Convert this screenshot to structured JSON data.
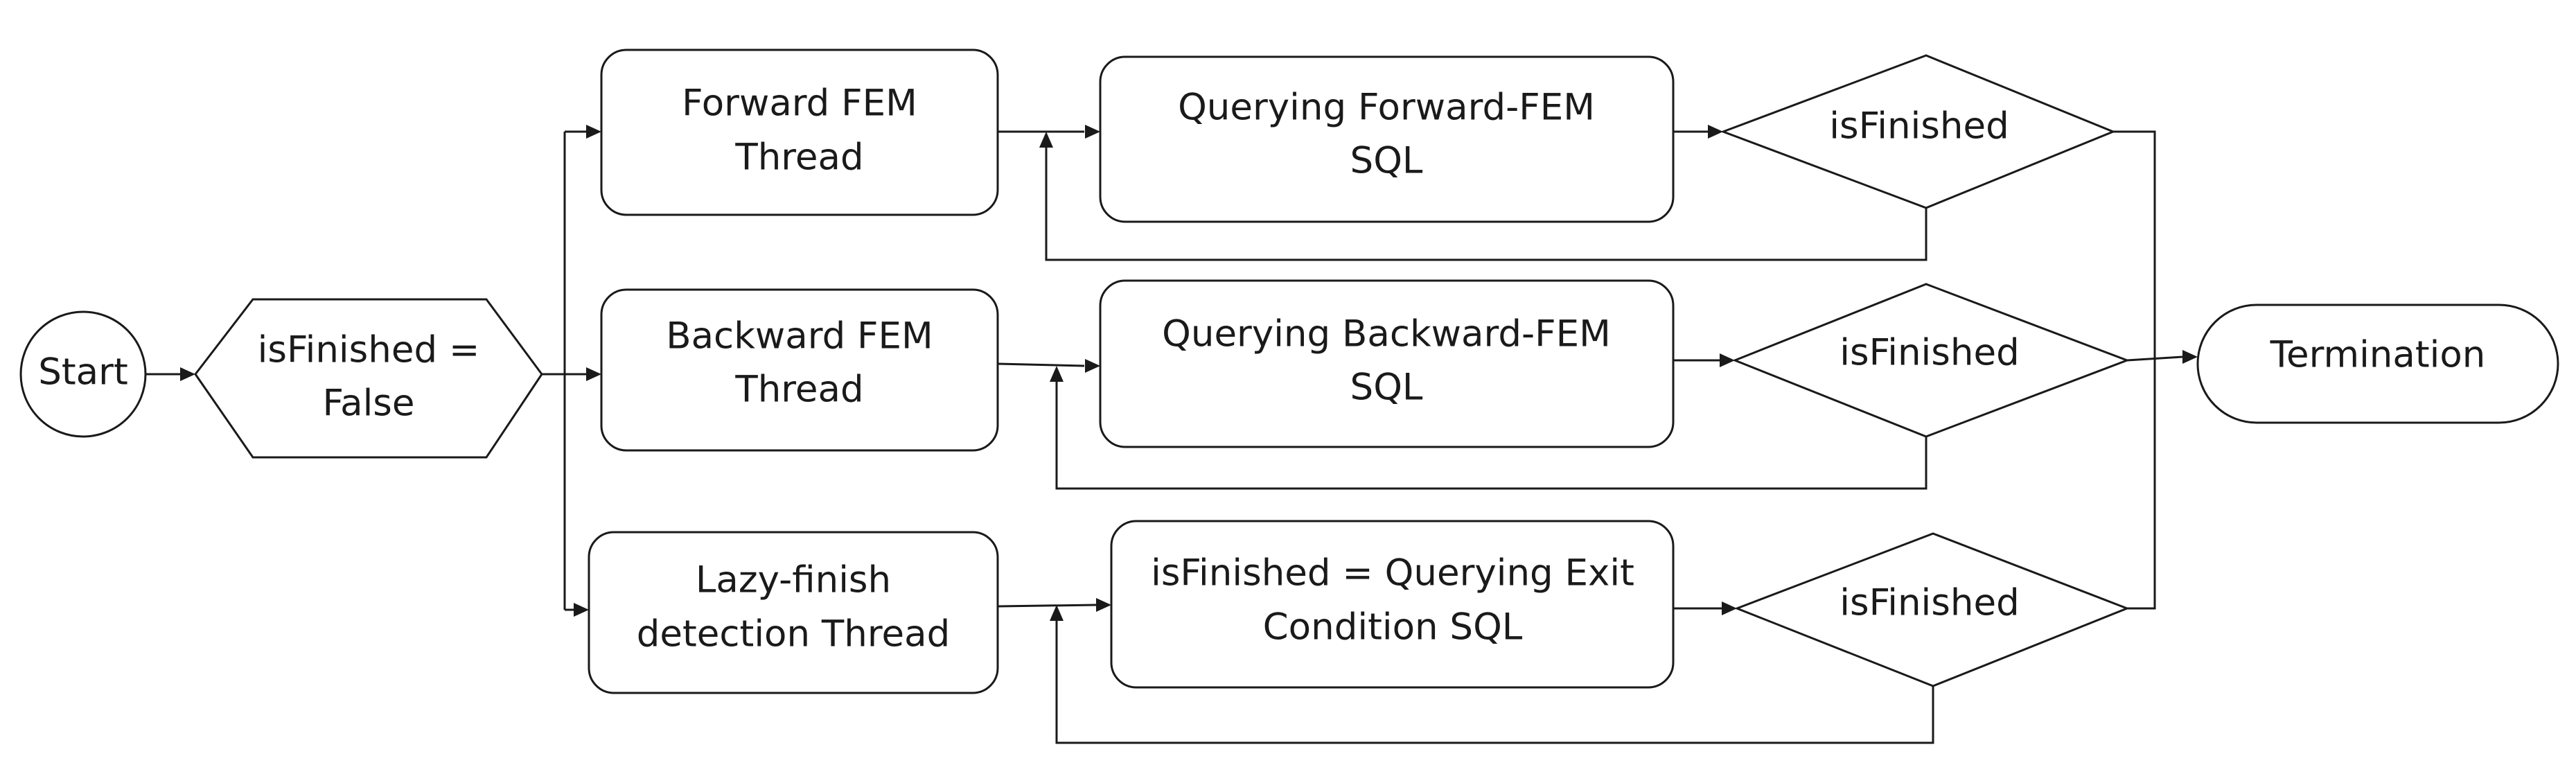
{
  "nodes": {
    "start": "Start",
    "init": [
      "isFinished =",
      "False"
    ],
    "forward_thread": [
      "Forward FEM",
      "Thread"
    ],
    "backward_thread": [
      "Backward FEM",
      "Thread"
    ],
    "lazy_thread": [
      "Lazy-finish",
      "detection Thread"
    ],
    "forward_query": [
      "Querying Forward-FEM",
      "SQL"
    ],
    "backward_query": [
      "Querying Backward-FEM",
      "SQL"
    ],
    "exit_query": [
      "isFinished = Querying Exit",
      "Condition SQL"
    ],
    "forward_check": "isFinished",
    "backward_check": "isFinished",
    "exit_check": "isFinished",
    "termination": "Termination"
  },
  "colors": {
    "stroke": "#1a1a1a",
    "fill": "#ffffff"
  }
}
